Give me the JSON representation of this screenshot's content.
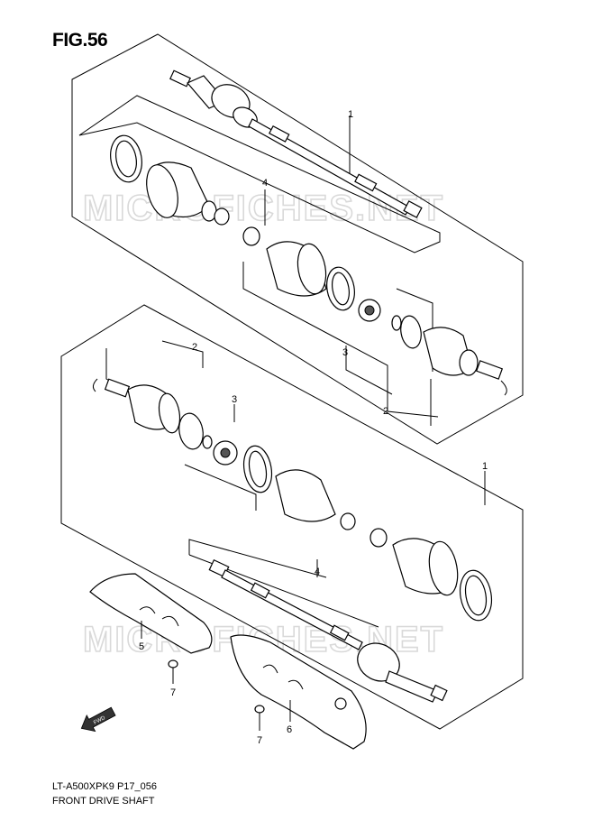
{
  "figure": {
    "title": "FIG.56",
    "code": "LT-A500XPK9 P17_056",
    "name": "FRONT DRIVE SHAFT"
  },
  "watermark": "MICROFICHES.NET",
  "fwd_label": "FWD",
  "callouts": {
    "upper_1": "1",
    "upper_4": "4",
    "upper_3": "3",
    "upper_2": "2",
    "lower_2": "2",
    "lower_3": "3",
    "lower_1": "1",
    "lower_4": "4",
    "guard_5": "5",
    "bolt_7a": "7",
    "guard_6": "6",
    "bolt_7b": "7"
  }
}
